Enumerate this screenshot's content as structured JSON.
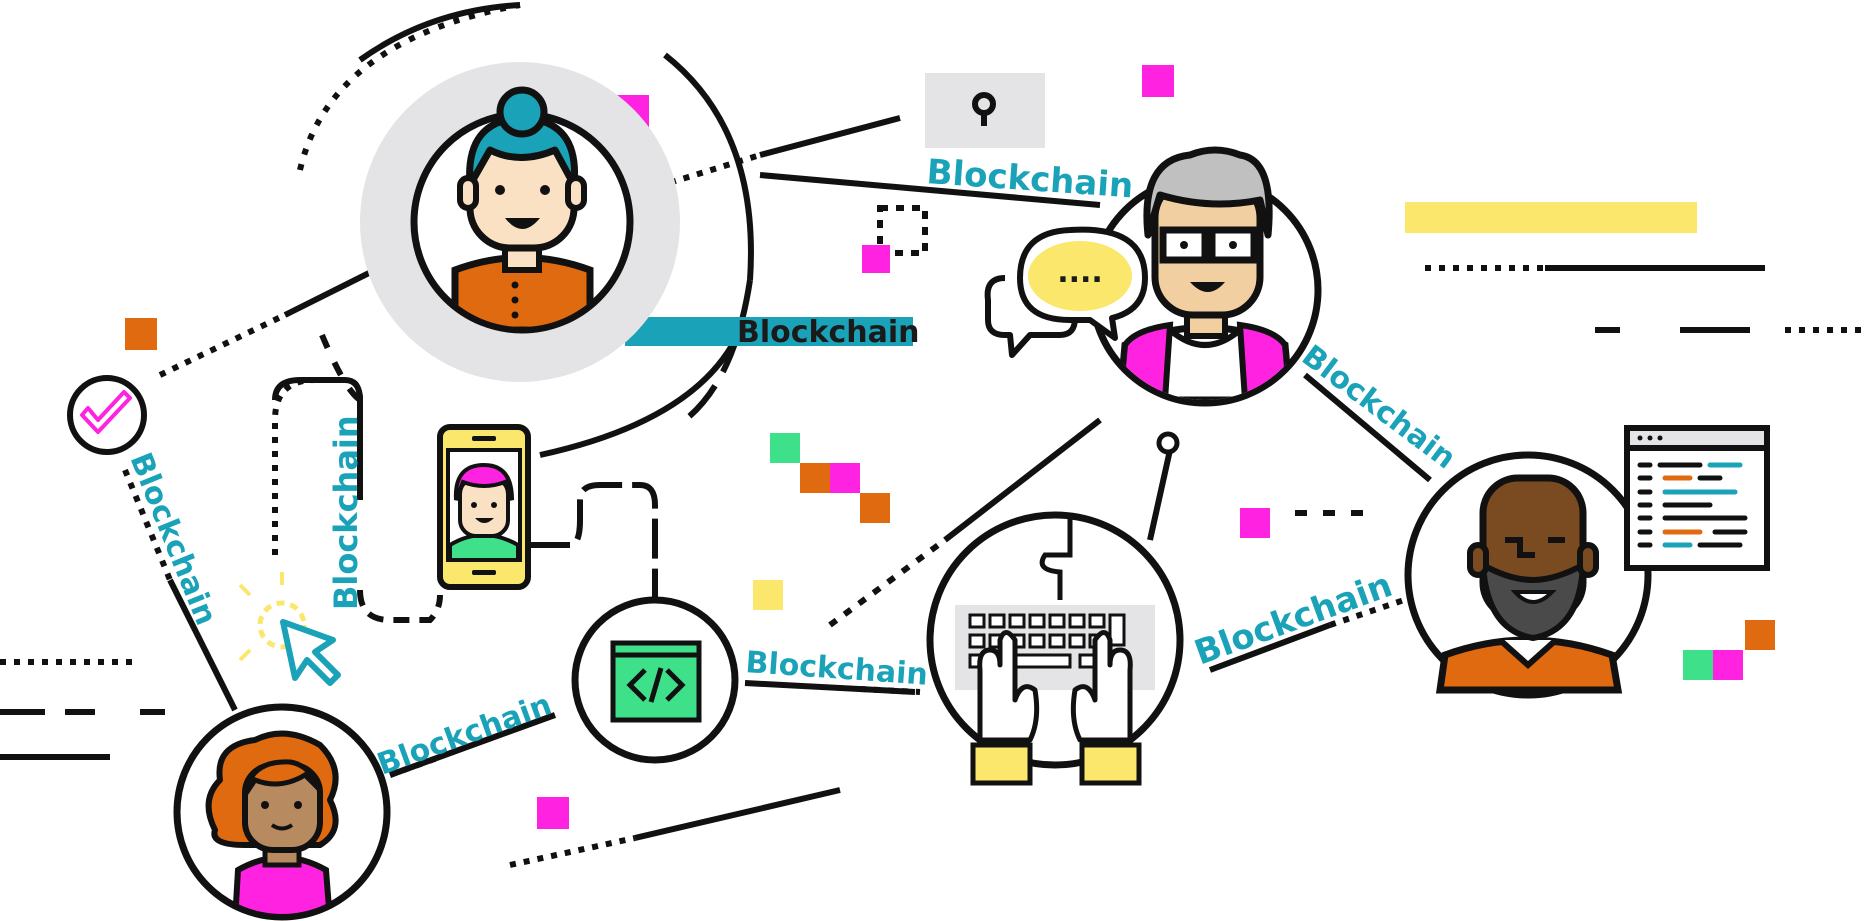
{
  "diagram": {
    "labels": {
      "l1": "Blockchain",
      "l2": "Blockchain",
      "l3": "Blockchain",
      "l4": "Blockchain",
      "l5": "Blockchain",
      "l6": "Blockchain",
      "l7": "Blockchain",
      "l8": "Blockchain"
    },
    "chat_bubble_text": "....",
    "colors": {
      "teal": "#1aa3b8",
      "magenta": "#ff22e0",
      "orange": "#e06a10",
      "yellow": "#fbe76c",
      "green": "#3fe08a",
      "skin_light": "#fbe1c4",
      "skin_tan": "#b88a60",
      "skin_dark": "#7a4a20",
      "grey": "#e4e4e6",
      "line": "#111111"
    },
    "icons": [
      "woman-teal-hair-avatar",
      "older-man-glasses-avatar",
      "bearded-man-avatar",
      "woman-red-hair-avatar",
      "smartphone-video-call-icon",
      "code-window-icon",
      "keyboard-typing-icon",
      "checkmark-circle-icon",
      "cursor-click-icon",
      "chat-bubbles-icon",
      "keyhole-icon",
      "code-editor-window-icon"
    ]
  }
}
